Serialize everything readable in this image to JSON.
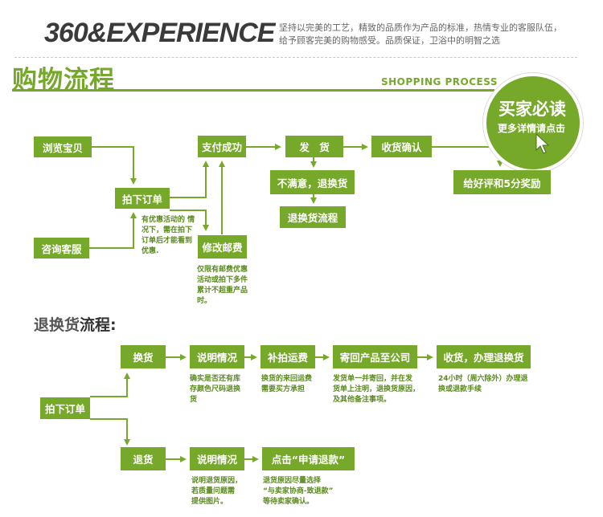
{
  "header": {
    "brand": "360&EXPERIENCE",
    "tagline_line1": "坚持以完美的工艺，精致的品质作为产品的标准，热情专业的客服队伍，",
    "tagline_line2": "给予顾客完美的购物感受。品质保证，卫浴中的明智之选"
  },
  "section1": {
    "title": "购物流程",
    "subtitle": "SHOPPING PROCESS",
    "badge_main": "买家必读",
    "badge_sub": "更多详情请点击",
    "steps": {
      "browse": "浏览宝贝",
      "consult": "咨询客服",
      "order": "拍下订单",
      "modify": "修改邮费",
      "paid": "支付成功",
      "ship": "发　货",
      "unsatisfied": "不满意，退换货",
      "return_flow": "退换货流程",
      "confirm": "收货确认",
      "review": "给好评和5分奖励"
    },
    "notes": {
      "order_note": [
        "有优惠活动的 情",
        "况下，需在拍下",
        "订单后才能看到",
        "优惠."
      ],
      "modify_note": [
        "仅限有邮费优惠",
        "活动或拍下多件",
        "累计不超重产品",
        "时。"
      ]
    }
  },
  "section2": {
    "title_a": "退换货",
    "title_b": "流程:",
    "order": "拍下订单",
    "exchange_row": {
      "start": "换货",
      "explain": "说明情况",
      "pay_shipping": "补拍运费",
      "send_back": "寄回产品至公司",
      "receive": "收货，办理退换货"
    },
    "exchange_notes": {
      "explain": [
        "确实是否还有库",
        "存颜色尺码退换",
        "货"
      ],
      "pay_shipping": [
        "换货的来回运费",
        "需要买方承担"
      ],
      "send_back": [
        "发货单一并寄回，并在发",
        "货单上注明，退换货原因，",
        "及其他备注事项。"
      ],
      "receive": [
        "24小时（周六除外）办理退",
        "换或退款手续"
      ]
    },
    "refund_row": {
      "start": "退货",
      "explain": "说明情况",
      "apply": "点击“申请退款”"
    },
    "refund_notes": {
      "explain": [
        "说明退货原因，",
        "若质量问题需",
        "提供图片。"
      ],
      "apply": [
        "退货原因尽量选择",
        "“与卖家协商-致退款”",
        "等待卖家确认。"
      ]
    }
  },
  "colors": {
    "accent": "#76a82a",
    "note_text": "#5a8a1e",
    "brand_text": "#3a3a3a"
  }
}
